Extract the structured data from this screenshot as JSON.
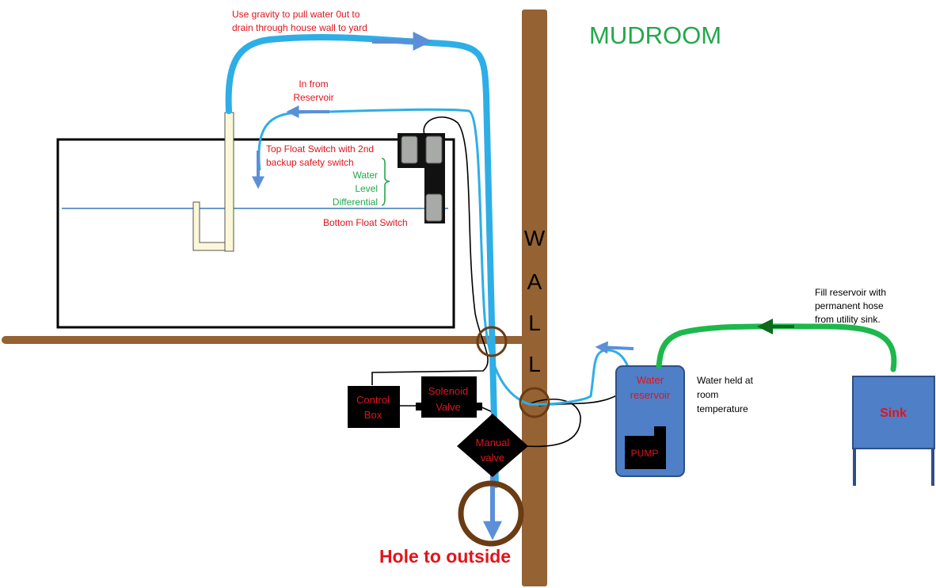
{
  "room_label": "MUDROOM",
  "wall_letters": [
    "W",
    "A",
    "L",
    "L"
  ],
  "drain_note": [
    "Use gravity to pull water 0ut to",
    "drain through house wall to yard"
  ],
  "inlet_note": [
    "In from",
    "Reservoir"
  ],
  "top_float_note": [
    "Top Float Switch with 2nd",
    "backup safety switch"
  ],
  "water_level_diff": [
    "Water",
    "Level",
    "Differential"
  ],
  "bottom_float_note": "Bottom Float Switch",
  "control_box": [
    "Control",
    "Box"
  ],
  "solenoid_valve": [
    "Solenoid",
    "Valve"
  ],
  "manual_valve": [
    "Manual",
    "valve"
  ],
  "hole_label": "Hole to outside",
  "reservoir_label": [
    "Water",
    "reservoir"
  ],
  "pump_label": "PUMP",
  "room_temp_note": [
    "Water held at",
    "room",
    "temperature"
  ],
  "fill_note": [
    "Fill reservoir with",
    "permanent hose",
    "from utility sink."
  ],
  "sink_label": "Sink",
  "colors": {
    "wall_brown": "#956234",
    "water_blue": "#2eaee6",
    "arrow_blue": "#5b8fd8",
    "hose_green": "#1db84c",
    "label_red": "#e0141c",
    "diff_green": "#22a84a",
    "reservoir_fill": "#4f7fc6",
    "pipe_cream": "#fbf7d8"
  }
}
